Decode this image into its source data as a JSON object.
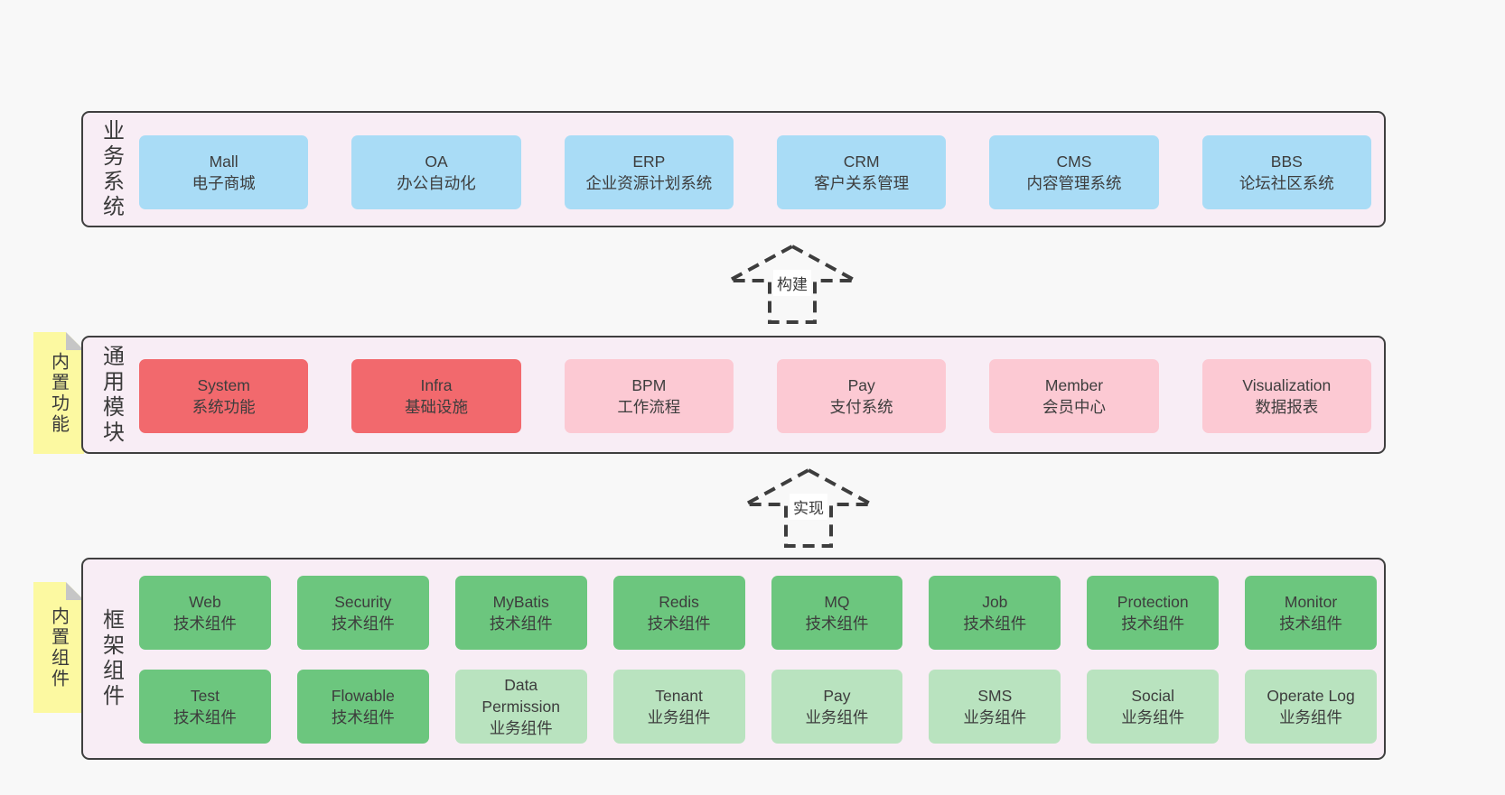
{
  "diagram": {
    "type": "layered-architecture",
    "arrows": [
      {
        "label": "构建",
        "direction": "up"
      },
      {
        "label": "实现",
        "direction": "up"
      }
    ]
  },
  "colors": {
    "page_bg": "#f8f8f8",
    "container_bg": "#f8edf5",
    "container_border": "#3f3f3f",
    "node_blue": "#a9dcf6",
    "node_red": "#f2696d",
    "node_pink": "#fcc9d3",
    "node_green_dark": "#6cc67e",
    "node_green_light": "#b9e3bf",
    "sticky_yellow": "#fcf9a1",
    "sticky_fold_gray": "#c6c6c6",
    "text": "#3a3a3a"
  },
  "layers": [
    {
      "label": "业务系统",
      "boxes": [
        {
          "title": "Mall",
          "subtitle": "电子商城"
        },
        {
          "title": "OA",
          "subtitle": "办公自动化"
        },
        {
          "title": "ERP",
          "subtitle": "企业资源计划系统"
        },
        {
          "title": "CRM",
          "subtitle": "客户关系管理"
        },
        {
          "title": "CMS",
          "subtitle": "内容管理系统"
        },
        {
          "title": "BBS",
          "subtitle": "论坛社区系统"
        }
      ]
    },
    {
      "label": "通用模块",
      "sticky": "内置功能",
      "boxes": [
        {
          "title": "System",
          "subtitle": "系统功能"
        },
        {
          "title": "Infra",
          "subtitle": "基础设施"
        },
        {
          "title": "BPM",
          "subtitle": "工作流程"
        },
        {
          "title": "Pay",
          "subtitle": "支付系统"
        },
        {
          "title": "Member",
          "subtitle": "会员中心"
        },
        {
          "title": "Visualization",
          "subtitle": "数据报表"
        }
      ]
    },
    {
      "label": "框架组件",
      "sticky": "内置组件",
      "row1": [
        {
          "title": "Web",
          "subtitle": "技术组件"
        },
        {
          "title": "Security",
          "subtitle": "技术组件"
        },
        {
          "title": "MyBatis",
          "subtitle": "技术组件"
        },
        {
          "title": "Redis",
          "subtitle": "技术组件"
        },
        {
          "title": "MQ",
          "subtitle": "技术组件"
        },
        {
          "title": "Job",
          "subtitle": "技术组件"
        },
        {
          "title": "Protection",
          "subtitle": "技术组件"
        },
        {
          "title": "Monitor",
          "subtitle": "技术组件"
        }
      ],
      "row2": [
        {
          "title": "Test",
          "subtitle": "技术组件"
        },
        {
          "title": "Flowable",
          "subtitle": "技术组件"
        },
        {
          "title": "Data Permission",
          "subtitle": "业务组件"
        },
        {
          "title": "Tenant",
          "subtitle": "业务组件"
        },
        {
          "title": "Pay",
          "subtitle": "业务组件"
        },
        {
          "title": "SMS",
          "subtitle": "业务组件"
        },
        {
          "title": "Social",
          "subtitle": "业务组件"
        },
        {
          "title": "Operate Log",
          "subtitle": "业务组件"
        }
      ]
    }
  ]
}
